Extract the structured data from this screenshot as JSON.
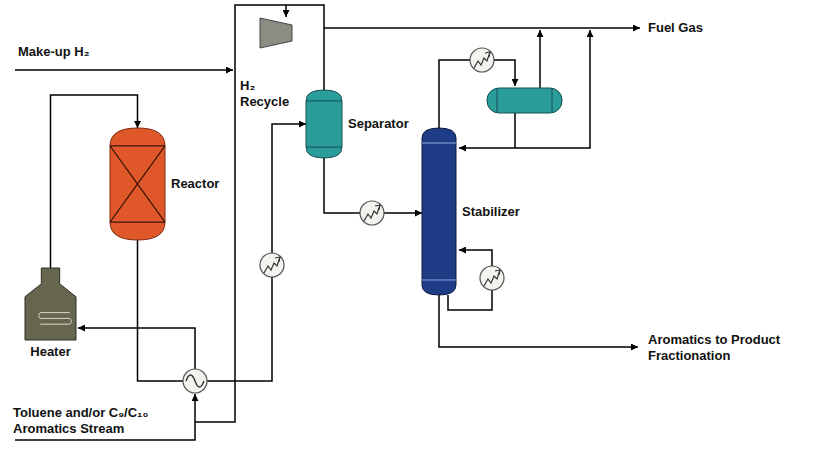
{
  "diagram": {
    "nodes": [
      {
        "text": [
          "Reactor"
        ]
      },
      {
        "text": [
          "Heater"
        ]
      },
      {
        "text": [
          "Separator"
        ]
      },
      {
        "text": [
          "Stabilizer"
        ]
      }
    ],
    "edges": [
      {
        "from": 1,
        "to": 0,
        "arrow": "to"
      },
      {
        "from": 0,
        "to": 2,
        "arrow": "to"
      },
      {
        "from": 2,
        "to": 3,
        "arrow": "to"
      }
    ],
    "labels": [
      "Make-up H₂",
      "H₂ Recycle",
      "Fuel Gas",
      "Toluene and/or C₉/C₁₀ Aromatics Stream",
      "Aromatics to Product Fractionation"
    ]
  }
}
